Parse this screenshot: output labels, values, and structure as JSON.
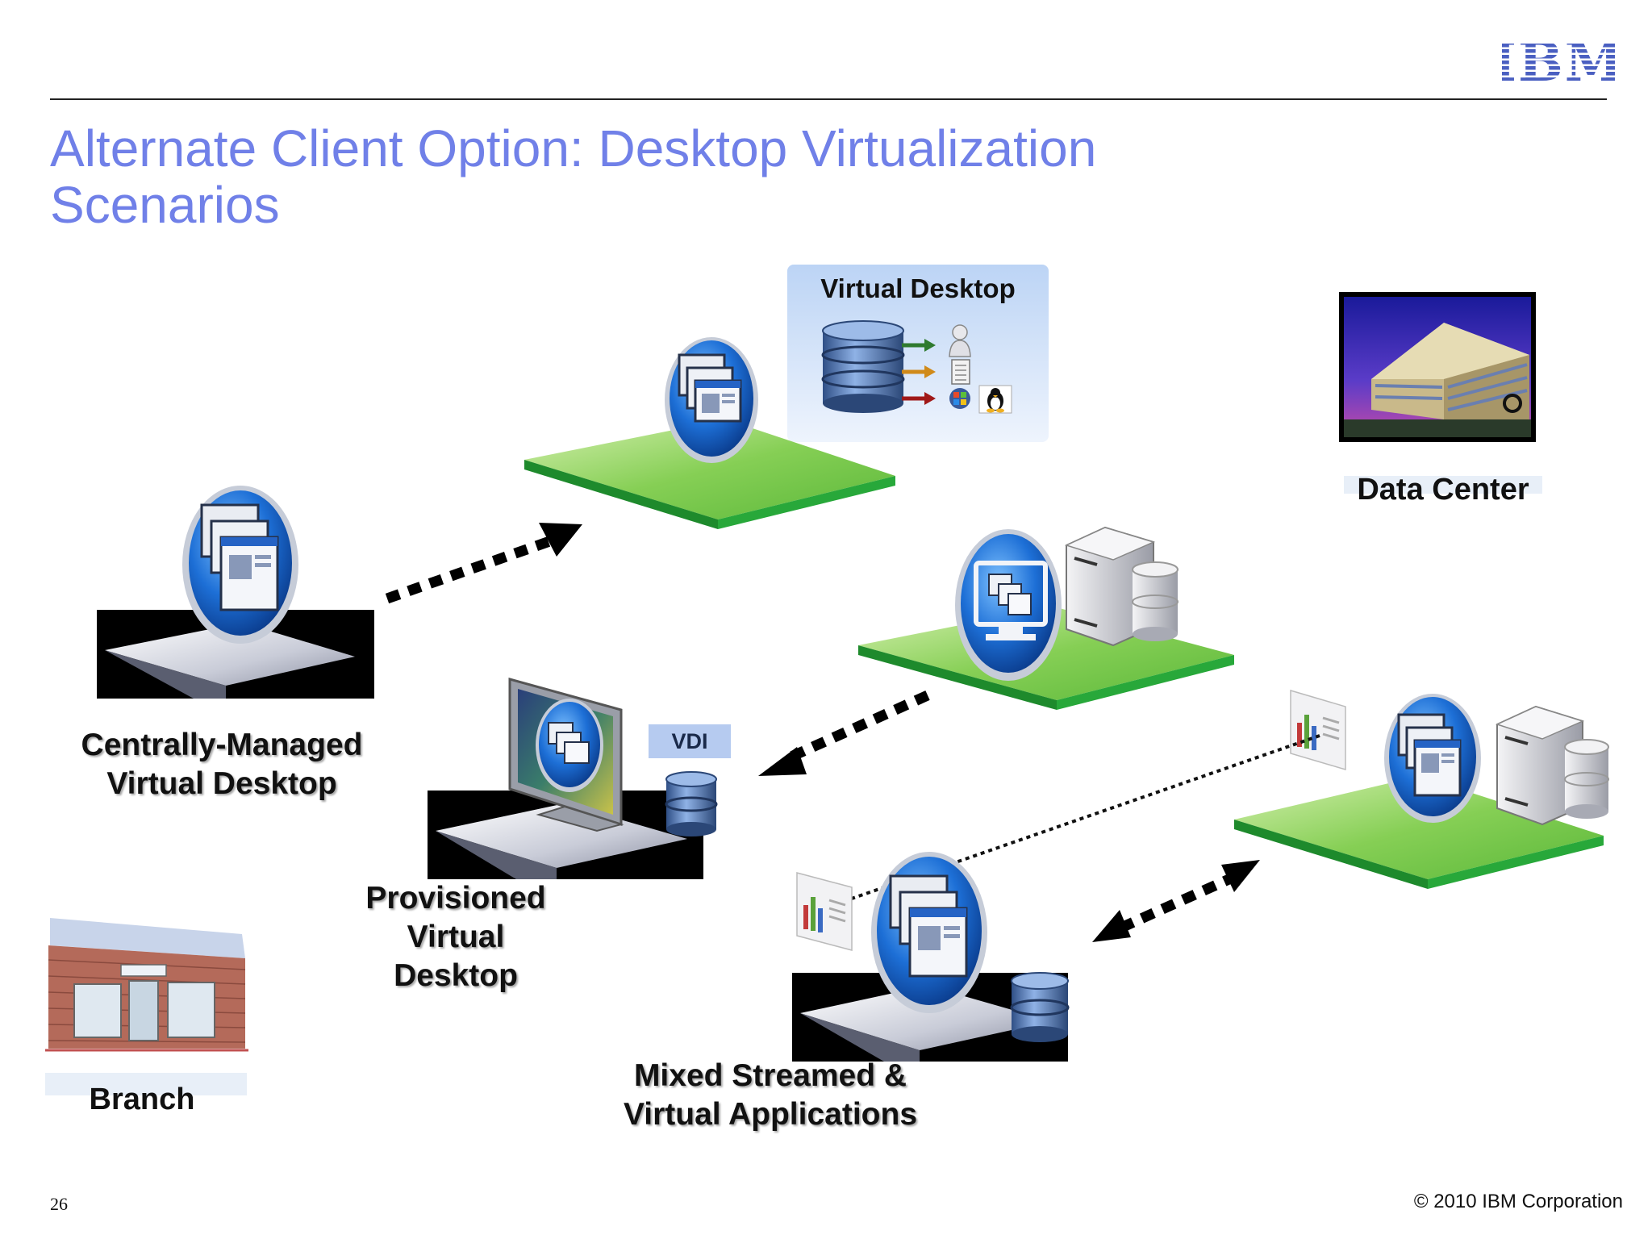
{
  "logo": {
    "text": "IBM",
    "color": "#4a5fc1"
  },
  "title": {
    "line1": "Alternate Client Option: Desktop Virtualization",
    "line2": "Scenarios",
    "color": "#7080e8"
  },
  "labels": {
    "virtual_desktop": "Virtual Desktop",
    "data_center": "Data Center",
    "centrally_managed": [
      "Centrally-Managed",
      "Virtual Desktop"
    ],
    "provisioned": [
      "Provisioned",
      "Virtual",
      "Desktop"
    ],
    "vdi": "VDI",
    "mixed": [
      "Mixed Streamed &",
      "Virtual Applications"
    ],
    "branch": "Branch"
  },
  "footer": {
    "page_number": "26",
    "copyright": "© 2010 IBM Corporation"
  },
  "colors": {
    "platform_green": "#6fcb45",
    "platform_edge": "#1e8a2c",
    "orb_blue": "#1560c8",
    "vdi_box": "#b6cbf0",
    "vd_panel": "#cfe0f7"
  },
  "icons": [
    "building-icon",
    "branch-store-icon",
    "database-icon",
    "server-icon",
    "monitor-icon",
    "windows-stack-icon",
    "user-icon",
    "document-icon",
    "windows-logo-icon",
    "linux-penguin-icon",
    "chart-document-icon"
  ]
}
